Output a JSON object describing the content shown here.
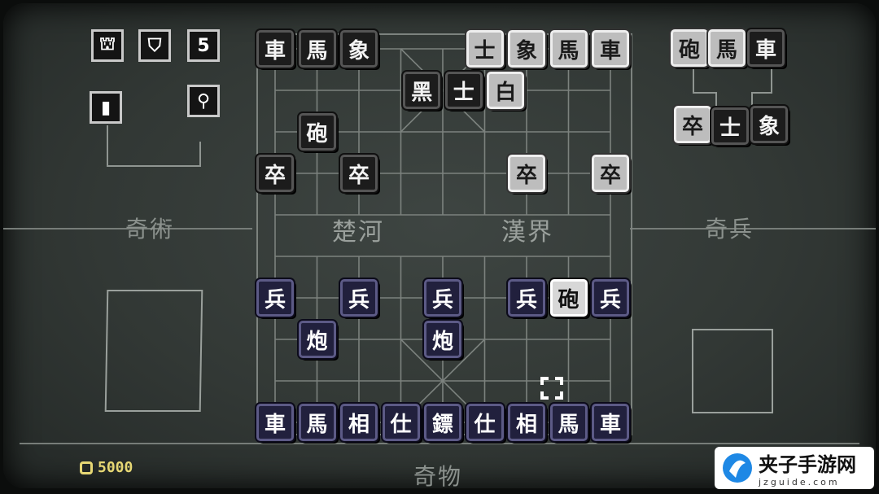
{
  "zones": {
    "left_label": "奇術",
    "right_label": "奇兵",
    "bottom_label": "奇物"
  },
  "river": {
    "left": "楚河",
    "right": "漢界"
  },
  "coins": {
    "value": "5000",
    "icon": "coin-icon"
  },
  "hud": {
    "icons": [
      {
        "name": "towers-icon",
        "glyph": "⛫"
      },
      {
        "name": "shield-icon",
        "glyph": "⛉"
      },
      {
        "name": "counter-icon",
        "glyph": "5"
      },
      {
        "name": "door-icon",
        "glyph": "▮"
      },
      {
        "name": "key-icon",
        "glyph": "⚲"
      }
    ]
  },
  "board_pieces": [
    {
      "c": "車",
      "style": "black",
      "col": 0,
      "row": 0
    },
    {
      "c": "馬",
      "style": "black",
      "col": 1,
      "row": 0
    },
    {
      "c": "象",
      "style": "black",
      "col": 2,
      "row": 0
    },
    {
      "c": "士",
      "style": "grey",
      "col": 5,
      "row": 0
    },
    {
      "c": "象",
      "style": "grey",
      "col": 6,
      "row": 0
    },
    {
      "c": "馬",
      "style": "grey",
      "col": 7,
      "row": 0
    },
    {
      "c": "車",
      "style": "grey",
      "col": 8,
      "row": 0
    },
    {
      "c": "黑",
      "style": "black",
      "col": 3.5,
      "row": 1
    },
    {
      "c": "士",
      "style": "black",
      "col": 4.5,
      "row": 1
    },
    {
      "c": "白",
      "style": "grey",
      "col": 5.5,
      "row": 1
    },
    {
      "c": "砲",
      "style": "black",
      "col": 1,
      "row": 2
    },
    {
      "c": "卒",
      "style": "black",
      "col": 0,
      "row": 3
    },
    {
      "c": "卒",
      "style": "black",
      "col": 2,
      "row": 3
    },
    {
      "c": "卒",
      "style": "grey",
      "col": 6,
      "row": 3
    },
    {
      "c": "卒",
      "style": "grey",
      "col": 8,
      "row": 3
    },
    {
      "c": "兵",
      "style": "purple",
      "col": 0,
      "row": 6
    },
    {
      "c": "兵",
      "style": "purple",
      "col": 2,
      "row": 6
    },
    {
      "c": "兵",
      "style": "purple",
      "col": 4,
      "row": 6
    },
    {
      "c": "兵",
      "style": "purple",
      "col": 6,
      "row": 6
    },
    {
      "c": "砲",
      "style": "black lite",
      "col": 7,
      "row": 6
    },
    {
      "c": "兵",
      "style": "purple",
      "col": 8,
      "row": 6
    },
    {
      "c": "炮",
      "style": "purple",
      "col": 1,
      "row": 7
    },
    {
      "c": "炮",
      "style": "purple",
      "col": 4,
      "row": 7
    },
    {
      "c": "車",
      "style": "purple",
      "col": 0,
      "row": 9
    },
    {
      "c": "馬",
      "style": "purple",
      "col": 1,
      "row": 9
    },
    {
      "c": "相",
      "style": "purple",
      "col": 2,
      "row": 9
    },
    {
      "c": "仕",
      "style": "purple",
      "col": 3,
      "row": 9
    },
    {
      "c": "鏢",
      "style": "purple",
      "col": 4,
      "row": 9
    },
    {
      "c": "仕",
      "style": "purple",
      "col": 5,
      "row": 9
    },
    {
      "c": "相",
      "style": "purple",
      "col": 6,
      "row": 9
    },
    {
      "c": "馬",
      "style": "purple",
      "col": 7,
      "row": 9
    },
    {
      "c": "車",
      "style": "purple",
      "col": 8,
      "row": 9
    }
  ],
  "reserve_pieces": [
    {
      "c": "砲",
      "style": "grey",
      "slot": "top-left"
    },
    {
      "c": "馬",
      "style": "grey",
      "slot": "top-mid"
    },
    {
      "c": "車",
      "style": "black",
      "slot": "top-right"
    },
    {
      "c": "卒",
      "style": "grey",
      "slot": "bottom-left"
    },
    {
      "c": "士",
      "style": "black",
      "slot": "bottom-mid"
    },
    {
      "c": "象",
      "style": "black",
      "slot": "bottom-right"
    }
  ],
  "watermark": {
    "title": "夹子手游网",
    "url": "jzguide.com"
  },
  "colors": {
    "coin": "#e6d774",
    "purple_piece": "#21203d",
    "board_line": "#7c827e"
  }
}
